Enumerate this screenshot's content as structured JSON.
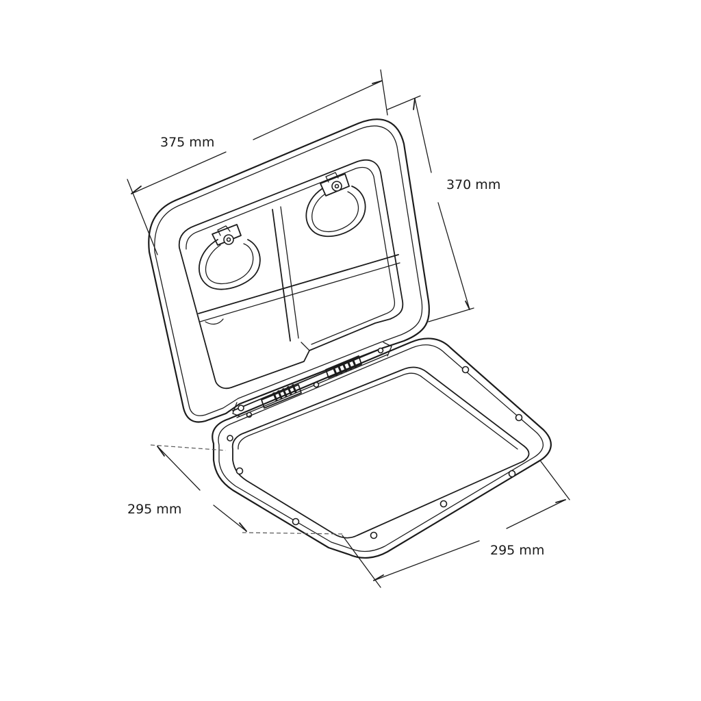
{
  "dimensions": {
    "lid_width": "375 mm",
    "lid_height": "370 mm",
    "frame_depth": "295 mm",
    "frame_width": "295 mm"
  }
}
